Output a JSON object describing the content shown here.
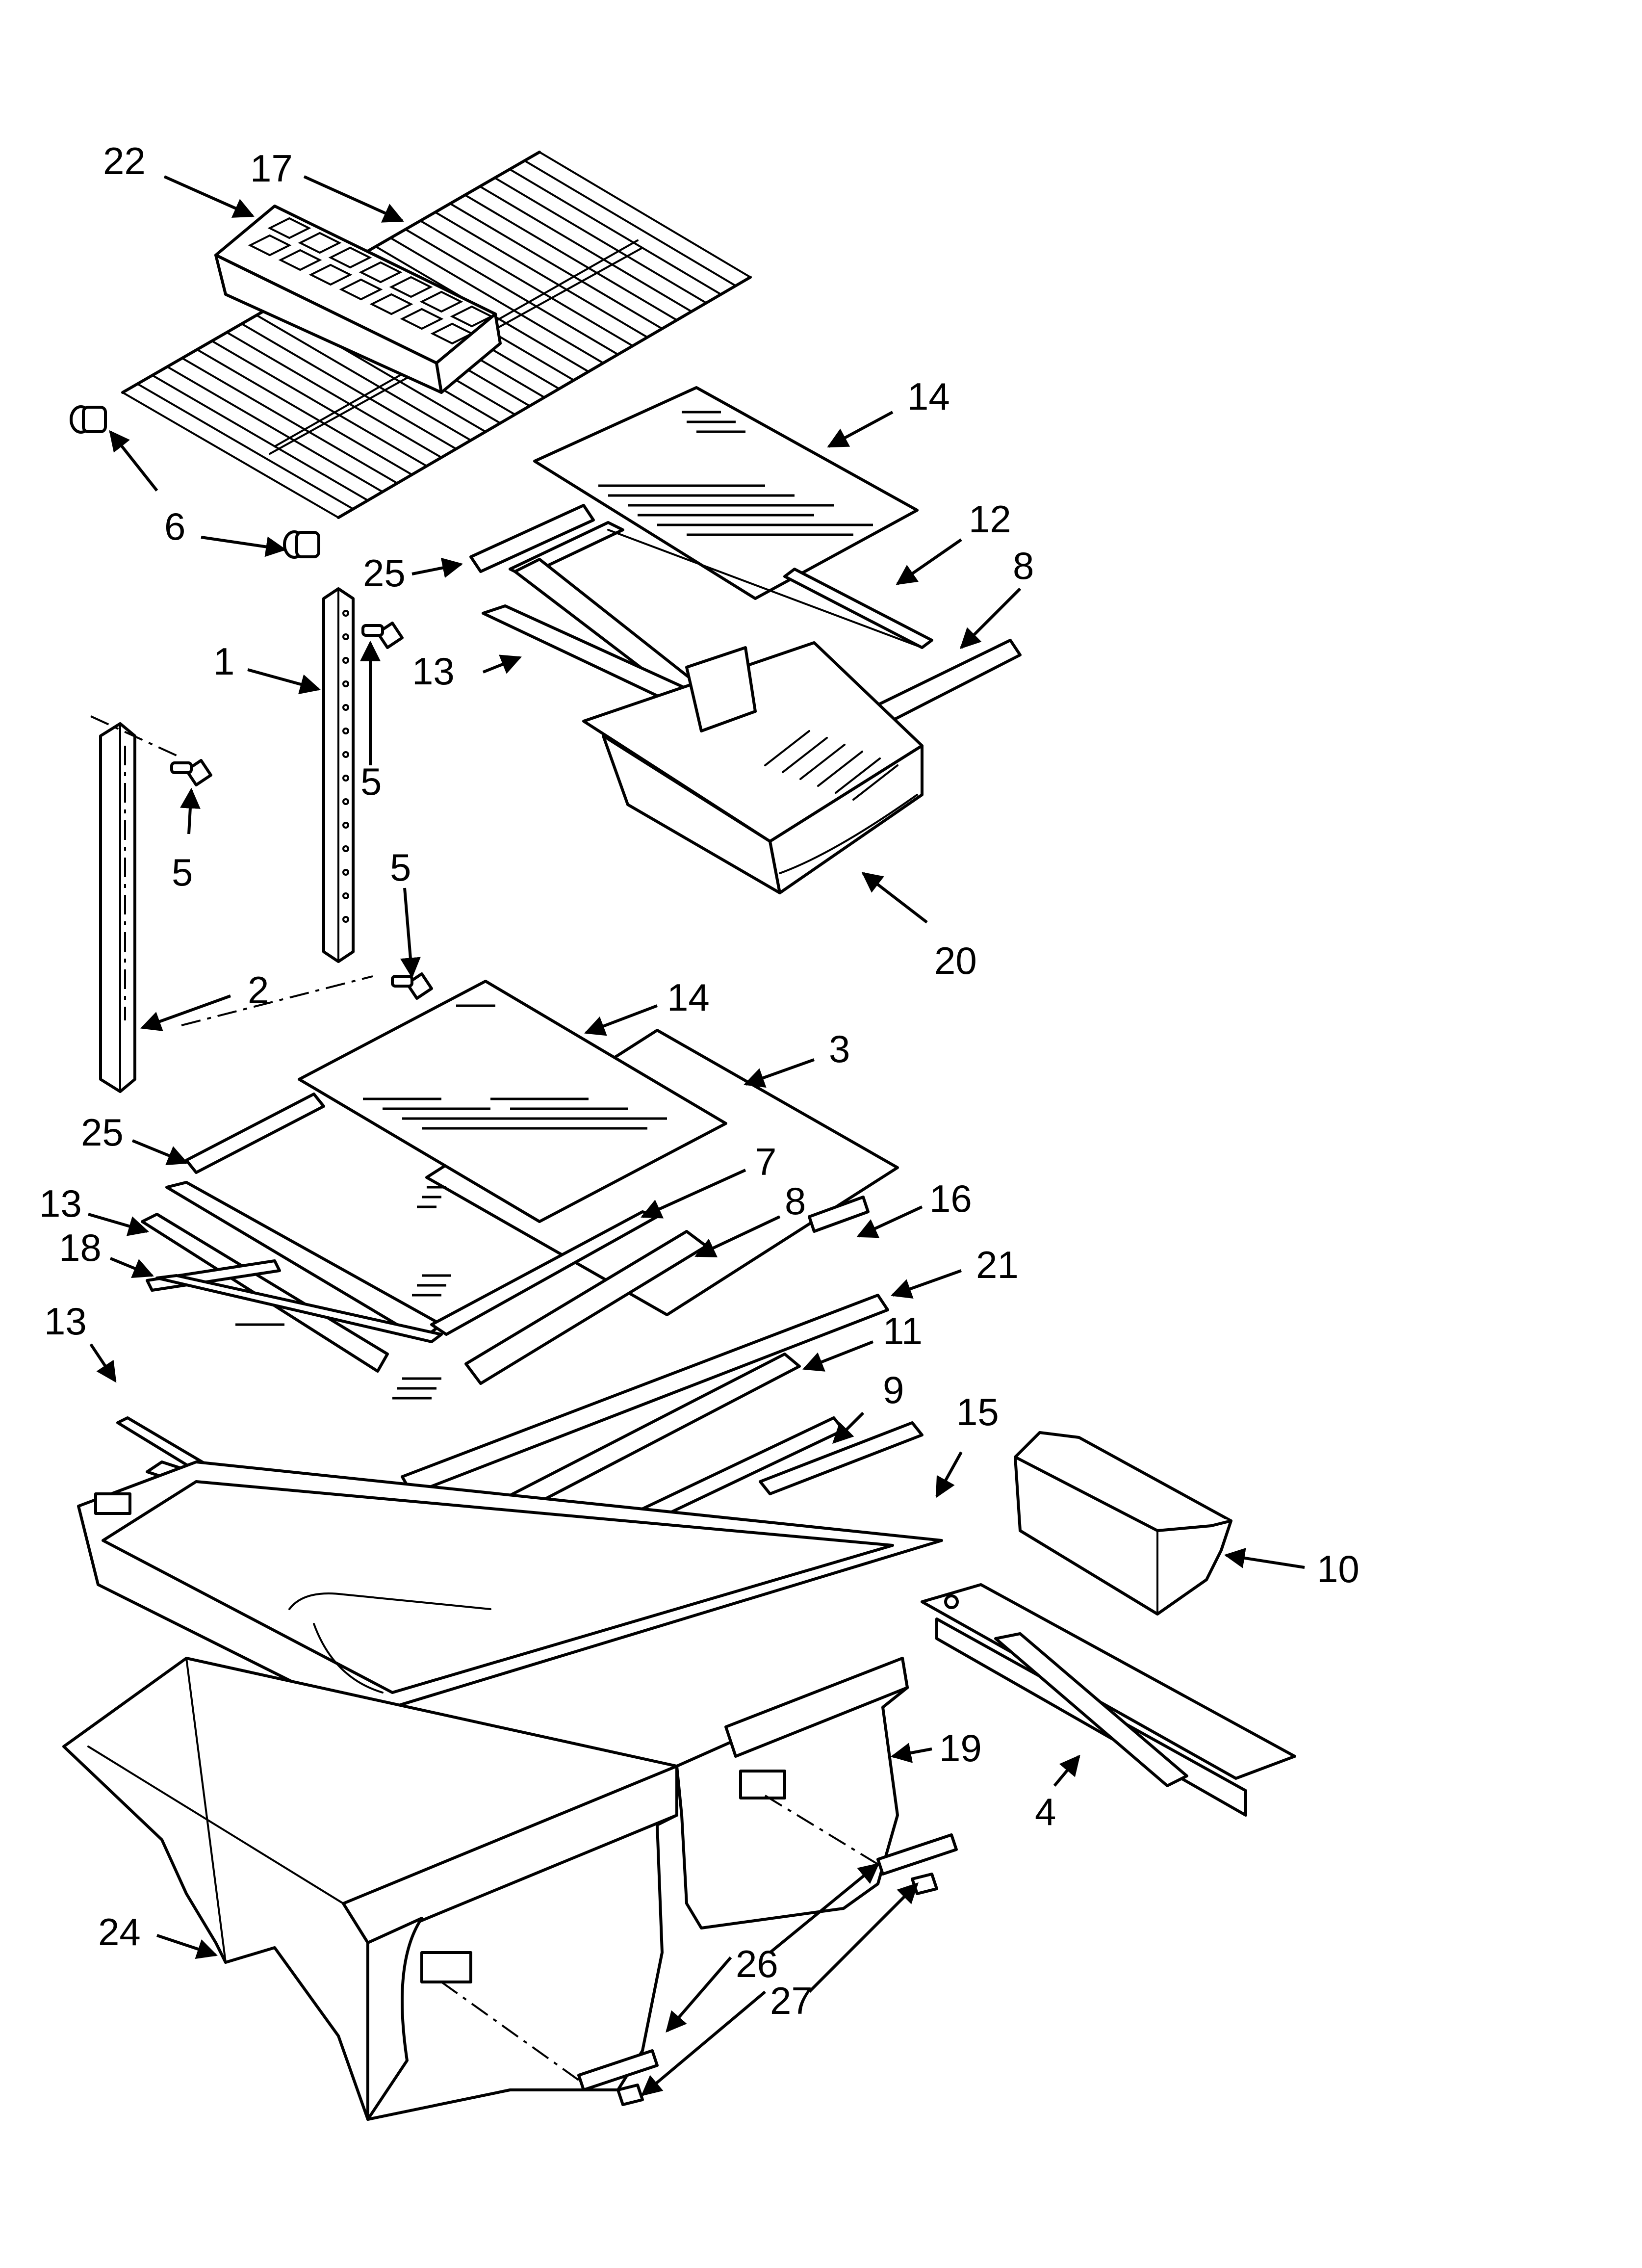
{
  "diagram": {
    "style": "exploded-view parts diagram",
    "line_color": "#000000",
    "background": "#ffffff",
    "callouts": [
      "22",
      "17",
      "14",
      "6",
      "25",
      "12",
      "8",
      "1",
      "13",
      "5",
      "5",
      "5",
      "20",
      "2",
      "14",
      "3",
      "25",
      "7",
      "13",
      "8",
      "16",
      "18",
      "21",
      "13",
      "11",
      "9",
      "15",
      "10",
      "4",
      "19",
      "24",
      "26",
      "27"
    ],
    "parts": [
      {
        "id": "1"
      },
      {
        "id": "2"
      },
      {
        "id": "3"
      },
      {
        "id": "4"
      },
      {
        "id": "5"
      },
      {
        "id": "6"
      },
      {
        "id": "7"
      },
      {
        "id": "8"
      },
      {
        "id": "9"
      },
      {
        "id": "10"
      },
      {
        "id": "11"
      },
      {
        "id": "12"
      },
      {
        "id": "13"
      },
      {
        "id": "14"
      },
      {
        "id": "15"
      },
      {
        "id": "16"
      },
      {
        "id": "17"
      },
      {
        "id": "18"
      },
      {
        "id": "19"
      },
      {
        "id": "20"
      },
      {
        "id": "21"
      },
      {
        "id": "22"
      },
      {
        "id": "24"
      },
      {
        "id": "25"
      },
      {
        "id": "26"
      },
      {
        "id": "27"
      }
    ]
  }
}
